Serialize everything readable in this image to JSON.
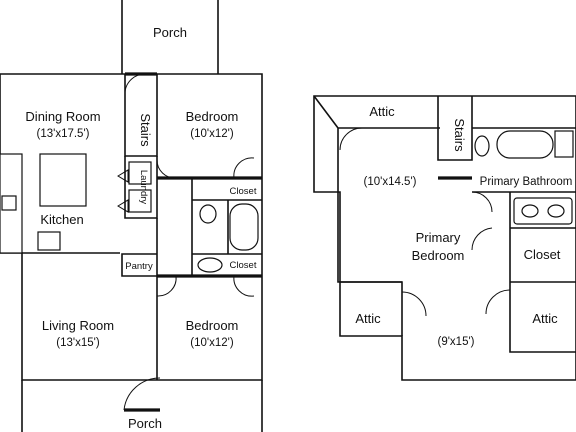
{
  "first_floor": {
    "porch_top": "Porch",
    "porch_bottom": "Porch",
    "dining_room": {
      "name": "Dining Room",
      "size": "(13'x17.5')"
    },
    "stairs": "Stairs",
    "bedroom_upper": {
      "name": "Bedroom",
      "size": "(10'x12')"
    },
    "laundry": "Laundry",
    "kitchen": "Kitchen",
    "closet_upper": "Closet",
    "closet_lower": "Closet",
    "pantry": "Pantry",
    "living_room": {
      "name": "Living Room",
      "size": "(13'x15')"
    },
    "bedroom_lower": {
      "name": "Bedroom",
      "size": "(10'x12')"
    }
  },
  "second_floor": {
    "attic_top": "Attic",
    "stairs": "Stairs",
    "primary_bathroom": "Primary Bathroom",
    "primary_bedroom": {
      "line1": "Primary",
      "line2": "Bedroom",
      "size_upper": "(10'x14.5')",
      "size_lower": "(9'x15')"
    },
    "closet": "Closet",
    "attic_left": "Attic",
    "attic_right": "Attic"
  }
}
